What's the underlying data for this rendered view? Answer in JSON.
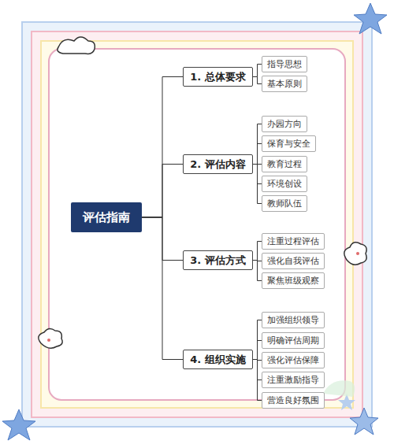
{
  "diagram": {
    "nodes": [
      {
        "text": [
          "评估指南"
        ]
      },
      {
        "text": [
          "1. 总体要求"
        ]
      },
      {
        "text": [
          "指导思想"
        ]
      },
      {
        "text": [
          "基本原则"
        ]
      },
      {
        "text": [
          "2. 评估内容"
        ]
      },
      {
        "text": [
          "办园方向"
        ]
      },
      {
        "text": [
          "保育与安全"
        ]
      },
      {
        "text": [
          "教育过程"
        ]
      },
      {
        "text": [
          "环境创设"
        ]
      },
      {
        "text": [
          "教师队伍"
        ]
      },
      {
        "text": [
          "3. 评估方式"
        ]
      },
      {
        "text": [
          "注重过程评估"
        ]
      },
      {
        "text": [
          "强化自我评估"
        ]
      },
      {
        "text": [
          "聚焦班级观察"
        ]
      },
      {
        "text": [
          "4. 组织实施"
        ]
      },
      {
        "text": [
          "加强组织领导"
        ]
      },
      {
        "text": [
          "明确评估周期"
        ]
      },
      {
        "text": [
          "强化评估保障"
        ]
      },
      {
        "text": [
          "注重激励指导"
        ]
      },
      {
        "text": [
          "营造良好氛围"
        ]
      }
    ],
    "edges": [
      {
        "from": 0,
        "to": 1,
        "arrow": "none"
      },
      {
        "from": 0,
        "to": 4,
        "arrow": "none"
      },
      {
        "from": 0,
        "to": 10,
        "arrow": "none"
      },
      {
        "from": 0,
        "to": 14,
        "arrow": "none"
      },
      {
        "from": 1,
        "to": 2,
        "arrow": "none"
      },
      {
        "from": 1,
        "to": 3,
        "arrow": "none"
      },
      {
        "from": 4,
        "to": 5,
        "arrow": "none"
      },
      {
        "from": 4,
        "to": 6,
        "arrow": "none"
      },
      {
        "from": 4,
        "to": 7,
        "arrow": "none"
      },
      {
        "from": 4,
        "to": 8,
        "arrow": "none"
      },
      {
        "from": 4,
        "to": 9,
        "arrow": "none"
      },
      {
        "from": 10,
        "to": 11,
        "arrow": "none"
      },
      {
        "from": 10,
        "to": 12,
        "arrow": "none"
      },
      {
        "from": 10,
        "to": 13,
        "arrow": "none"
      },
      {
        "from": 14,
        "to": 15,
        "arrow": "none"
      },
      {
        "from": 14,
        "to": 16,
        "arrow": "none"
      },
      {
        "from": 14,
        "to": 17,
        "arrow": "none"
      },
      {
        "from": 14,
        "to": 18,
        "arrow": "none"
      },
      {
        "from": 14,
        "to": 19,
        "arrow": "none"
      }
    ]
  }
}
